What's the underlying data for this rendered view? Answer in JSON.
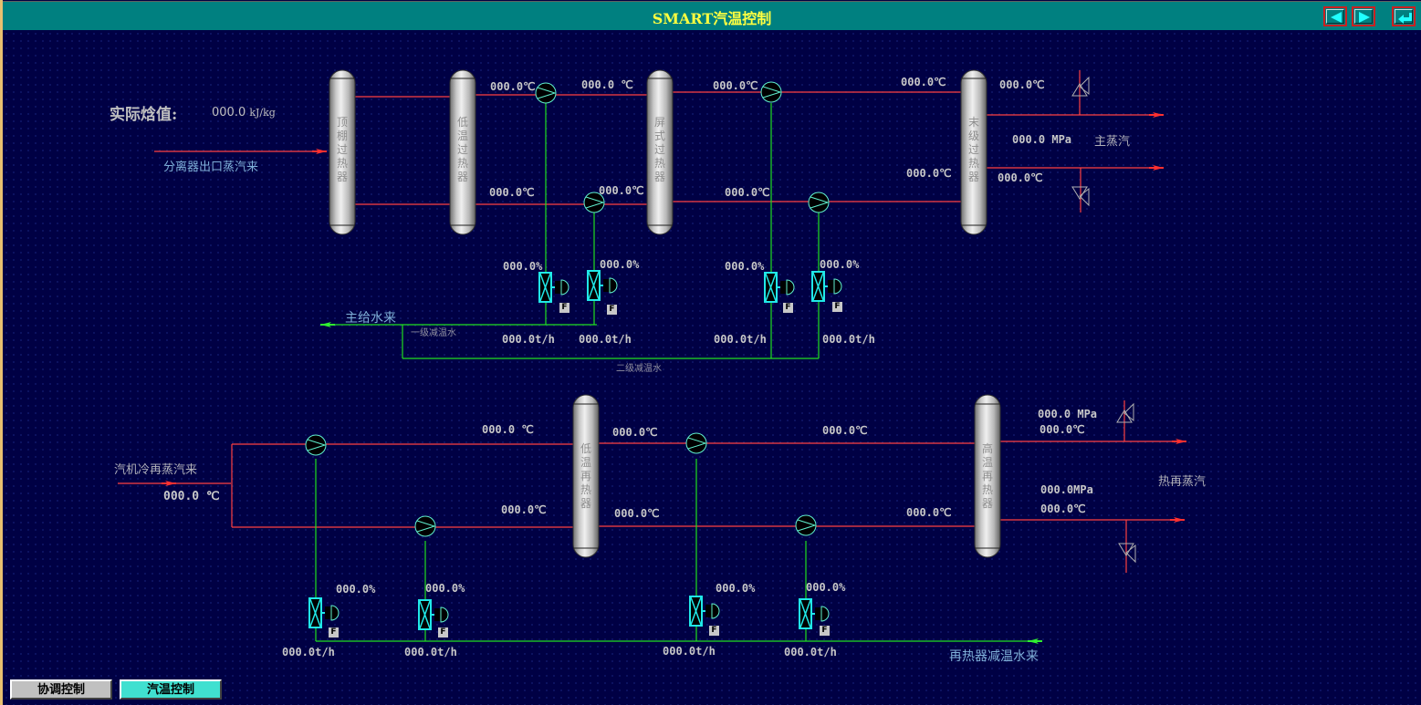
{
  "window": {
    "title": "SMART汽温控制",
    "nav": {
      "prev_icon": "arrow-left-icon",
      "next_icon": "arrow-right-icon",
      "return_icon": "return-enter-icon"
    }
  },
  "colors": {
    "titlebar": "#008080",
    "title_text": "#ffff40",
    "background": "#000044",
    "steam_pipe": "#ff4040",
    "water_pipe": "#20e020",
    "valve": "#20e8e8",
    "active_tab": "#40e0d0",
    "inactive_tab": "#c0c0c0"
  },
  "enthalpy": {
    "label": "实际焓值:",
    "value": "000.0",
    "unit": "kJ/kg"
  },
  "superheater": {
    "inlet_label": "分离器出口蒸汽来",
    "units": {
      "ceiling": "顶棚过热器",
      "low_temp": "低温过热器",
      "platen": "屏式过热器",
      "final": "末级过热器"
    },
    "temps": {
      "stage1_top_in": "000.0℃",
      "stage1_top_out": "000.0  ℃",
      "stage1_bottom_in": "000.0℃",
      "stage1_bottom_out": "000.0℃",
      "stage2_top_in": "000.0℃",
      "stage2_top_out": "000.0℃",
      "stage2_bottom_in": "000.0℃",
      "stage2_bottom_out": "000.0℃",
      "outlet_top": "000.0℃",
      "outlet_bottom": "000.0℃"
    },
    "main_steam": {
      "label": "主蒸汽",
      "pressure": "000.0",
      "pressure_unit": "MPa"
    },
    "spray_valves": [
      {
        "opening": "000.0%",
        "flow": "000.0t/h",
        "mode": "F"
      },
      {
        "opening": "000.0%",
        "flow": "000.0t/h",
        "mode": "F"
      },
      {
        "opening": "000.0%",
        "flow": "000.0t/h",
        "mode": "F"
      },
      {
        "opening": "000.0%",
        "flow": "000.0t/h",
        "mode": "F"
      }
    ],
    "feedwater_label": "主给水来",
    "stage1_spray_label": "一级减温水",
    "stage2_spray_label": "二级减温水"
  },
  "reheater": {
    "inlet_label": "汽机冷再蒸汽来",
    "inlet_temp": "000.0 ℃",
    "units": {
      "low_temp": "低温再热器",
      "high_temp": "高温再热器"
    },
    "temps": {
      "top_before_low": "000.0  ℃",
      "bottom_before_low": "000.0℃",
      "top_after_low": "000.0℃",
      "bottom_after_low": "000.0℃",
      "top_before_high": "000.0℃",
      "bottom_before_high": "000.0℃"
    },
    "outlet_top": {
      "pressure": "000.0",
      "pressure_unit": "MPa",
      "temp": "000.0℃"
    },
    "outlet_bottom": {
      "pressure": "000.0",
      "pressure_unit": "MPa",
      "temp": "000.0℃"
    },
    "hot_reheat_label": "热再蒸汽",
    "spray_valves": [
      {
        "opening": "000.0%",
        "flow": "000.0t/h",
        "mode": "F"
      },
      {
        "opening": "000.0%",
        "flow": "000.0t/h",
        "mode": "F"
      },
      {
        "opening": "000.0%",
        "flow": "000.0t/h",
        "mode": "F"
      },
      {
        "opening": "000.0%",
        "flow": "000.0t/h",
        "mode": "F"
      }
    ],
    "spray_water_label": "再热器减温水来"
  },
  "bottom_tabs": [
    {
      "label": "协调控制",
      "active": false
    },
    {
      "label": "汽温控制",
      "active": true
    }
  ]
}
